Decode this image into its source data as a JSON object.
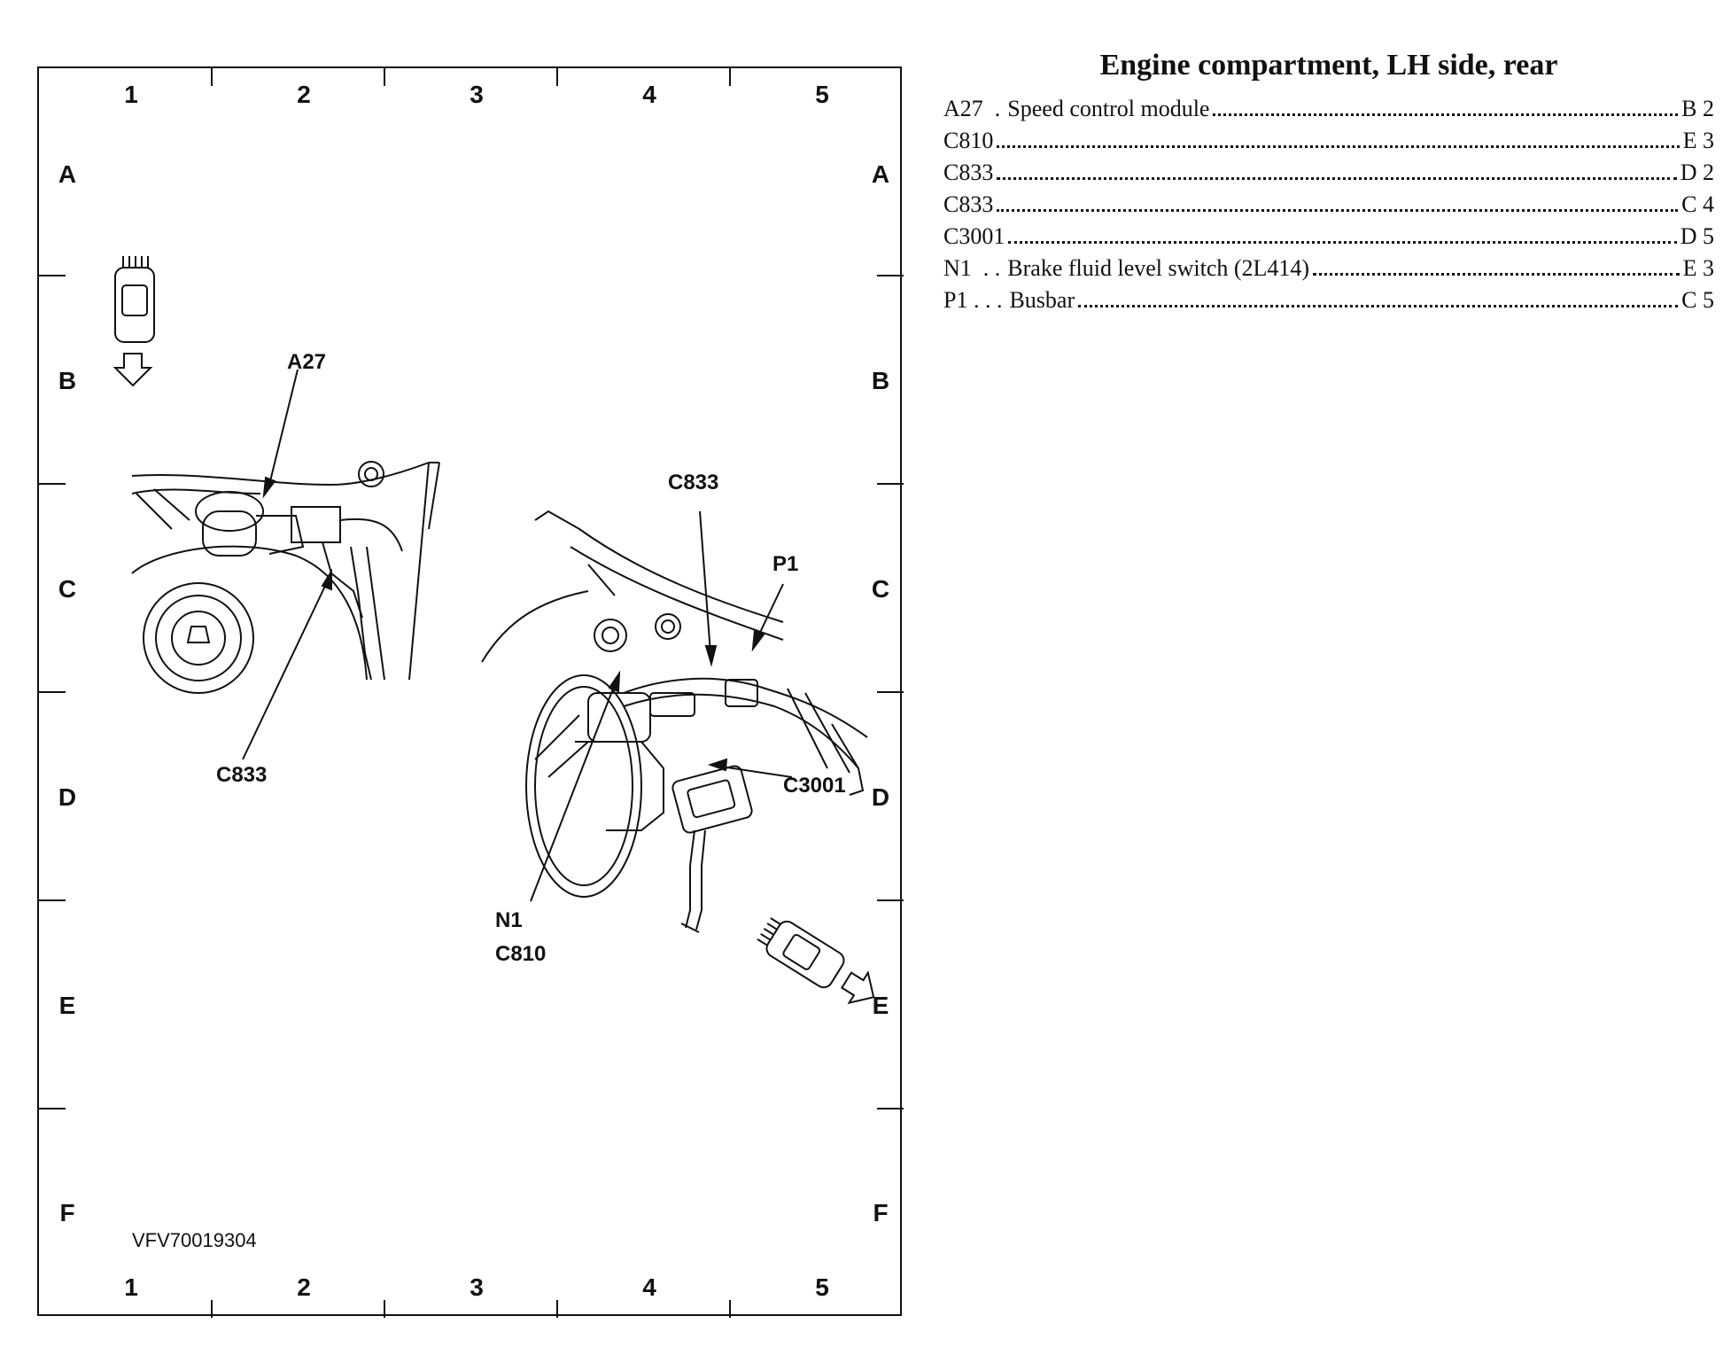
{
  "diagram": {
    "columns": [
      "1",
      "2",
      "3",
      "4",
      "5"
    ],
    "rows": [
      "A",
      "B",
      "C",
      "D",
      "E",
      "F"
    ],
    "callouts": {
      "a27": "A27",
      "c833_left": "C833",
      "c833_right": "C833",
      "p1": "P1",
      "c3001": "C3001",
      "n1": "N1",
      "c810": "C810"
    },
    "figure_id": "VFV70019304"
  },
  "legend": {
    "title": "Engine compartment, LH side, rear",
    "items": [
      {
        "code": "A27",
        "lead": "  .",
        "description": "Speed control module",
        "ref": "B 2"
      },
      {
        "code": "C810",
        "lead": "",
        "description": "",
        "ref": "E 3"
      },
      {
        "code": "C833",
        "lead": "",
        "description": "",
        "ref": "D 2"
      },
      {
        "code": "C833",
        "lead": "",
        "description": "",
        "ref": "C 4"
      },
      {
        "code": "C3001",
        "lead": "",
        "description": "",
        "ref": "D 5"
      },
      {
        "code": "N1",
        "lead": "  . .",
        "description": "Brake fluid level switch (2L414)",
        "ref": "E 3"
      },
      {
        "code": "P1",
        "lead": " . . .",
        "description": "Busbar",
        "ref": "C 5"
      }
    ]
  }
}
